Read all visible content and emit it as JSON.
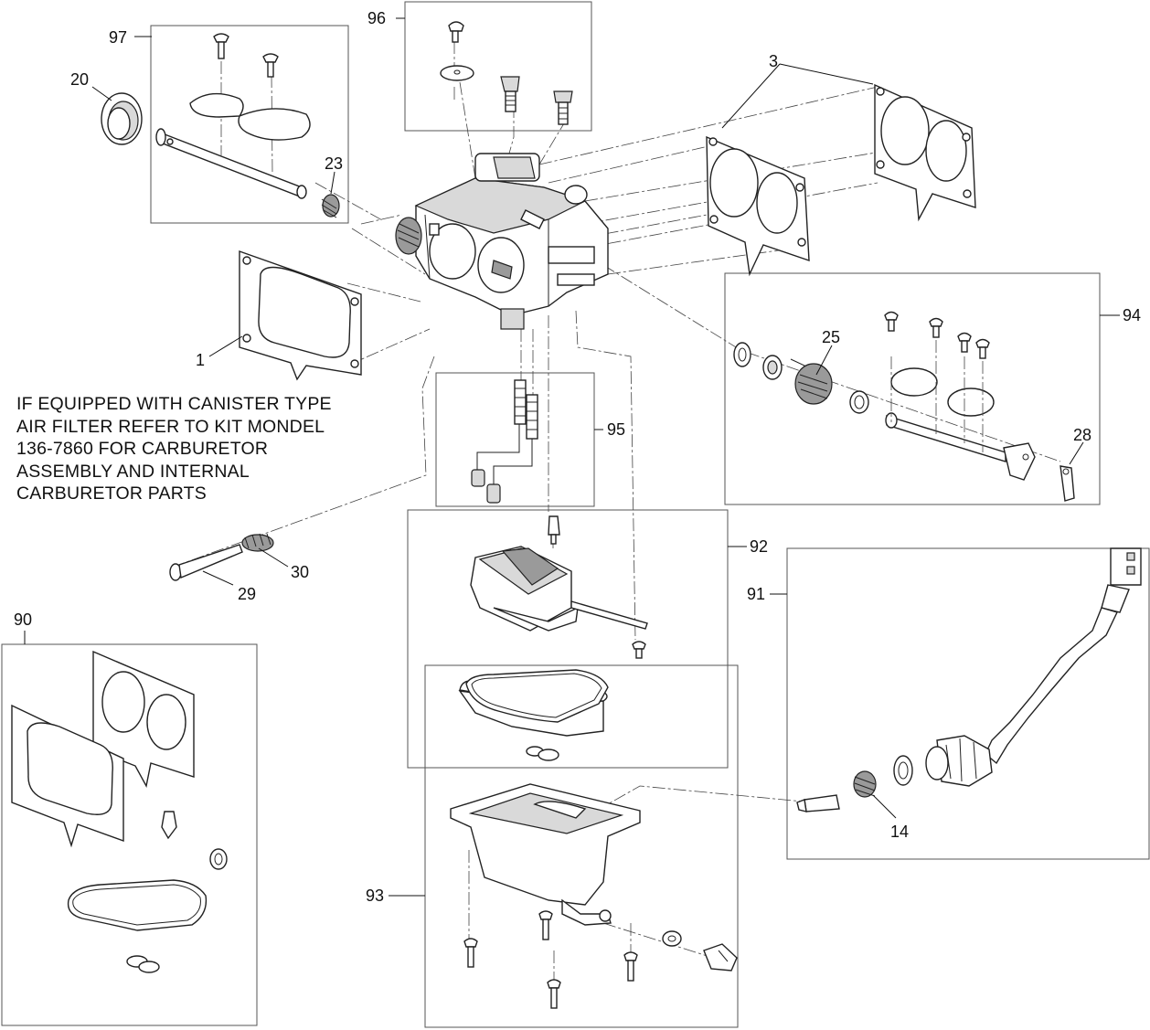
{
  "callouts": {
    "c97": "97",
    "c96": "96",
    "c3": "3",
    "c20": "20",
    "c23": "23",
    "c1": "1",
    "c94": "94",
    "c25": "25",
    "c28": "28",
    "c95": "95",
    "c92": "92",
    "c91": "91",
    "c30": "30",
    "c29": "29",
    "c90": "90",
    "c14": "14",
    "c93": "93"
  },
  "note": {
    "line1": "IF EQUIPPED WITH  CANISTER TYPE",
    "line2": "AIR  FILTER REFER TO KIT MONDEL",
    "line3": "136-7860 FOR CARBURETOR",
    "line4": "ASSEMBLY AND INTERNAL",
    "line5": "CARBURETOR PARTS"
  }
}
